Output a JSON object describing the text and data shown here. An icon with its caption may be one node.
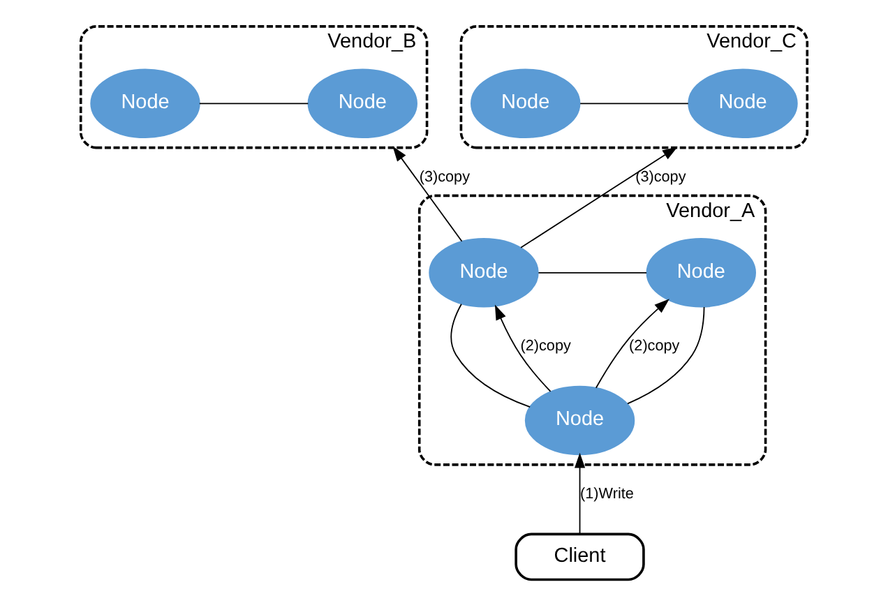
{
  "diagram": {
    "nodes": [
      {
        "text": [
          "Vendor_B"
        ]
      },
      {
        "text": [
          "Node"
        ],
        "in": 0
      },
      {
        "text": [
          "Node"
        ],
        "in": 0
      },
      {
        "text": [
          "Vendor_C"
        ]
      },
      {
        "text": [
          "Node"
        ],
        "in": 3
      },
      {
        "text": [
          "Node"
        ],
        "in": 3
      },
      {
        "text": [
          "Vendor_A"
        ]
      },
      {
        "text": [
          "Node"
        ],
        "in": 6
      },
      {
        "text": [
          "Node"
        ],
        "in": 6
      },
      {
        "text": [
          "Node"
        ],
        "in": 6
      },
      {
        "text": [
          "Client"
        ]
      }
    ],
    "edges": [
      {
        "from": 1,
        "to": 2,
        "arrow": "none"
      },
      {
        "from": 4,
        "to": 5,
        "arrow": "none"
      },
      {
        "from": 7,
        "to": 8,
        "arrow": "none"
      },
      {
        "from": 8,
        "to": 9,
        "arrow": "none"
      },
      {
        "from": 9,
        "to": 7,
        "arrow": "none"
      },
      {
        "from": 10,
        "to": 7,
        "arrow": "to",
        "label": "(1)Write"
      },
      {
        "from": 7,
        "to": 8,
        "arrow": "to",
        "label": "(2)copy"
      },
      {
        "from": 7,
        "to": 9,
        "arrow": "to",
        "label": "(2)copy"
      },
      {
        "from": 8,
        "to": 0,
        "arrow": "to",
        "label": "(3)copy"
      },
      {
        "from": 8,
        "to": 3,
        "arrow": "to",
        "label": "(3)copy"
      }
    ]
  }
}
